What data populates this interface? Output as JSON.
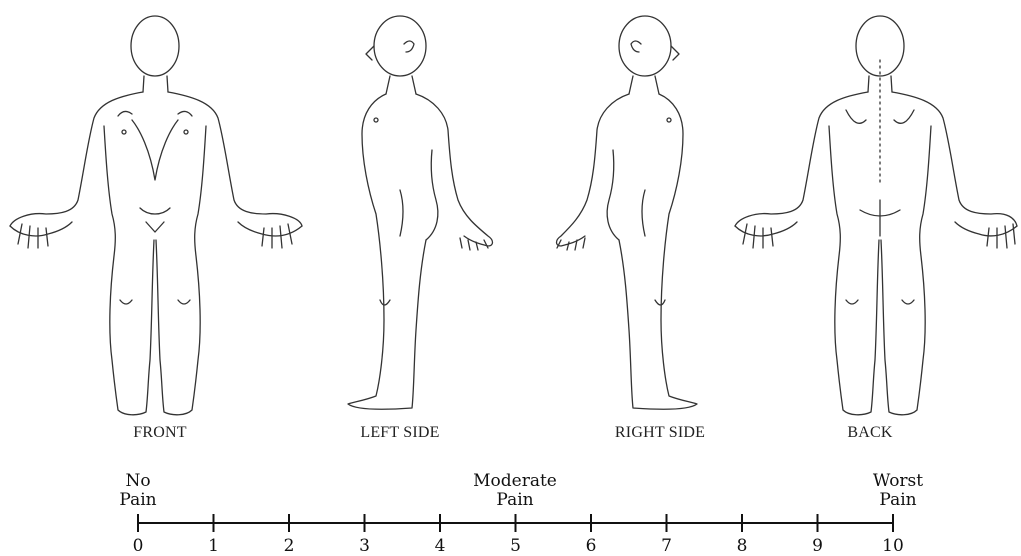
{
  "views": [
    {
      "id": "front",
      "label": "FRONT"
    },
    {
      "id": "left",
      "label": "LEFT SIDE"
    },
    {
      "id": "right",
      "label": "RIGHT SIDE"
    },
    {
      "id": "back",
      "label": "BACK"
    }
  ],
  "scale": {
    "left_label_line1": "No",
    "left_label_line2": "Pain",
    "middle_label_line1": "Moderate",
    "middle_label_line2": "Pain",
    "right_label_line1": "Worst",
    "right_label_line2": "Pain",
    "ticks": [
      "0",
      "1",
      "2",
      "3",
      "4",
      "5",
      "6",
      "7",
      "8",
      "9",
      "10"
    ]
  }
}
